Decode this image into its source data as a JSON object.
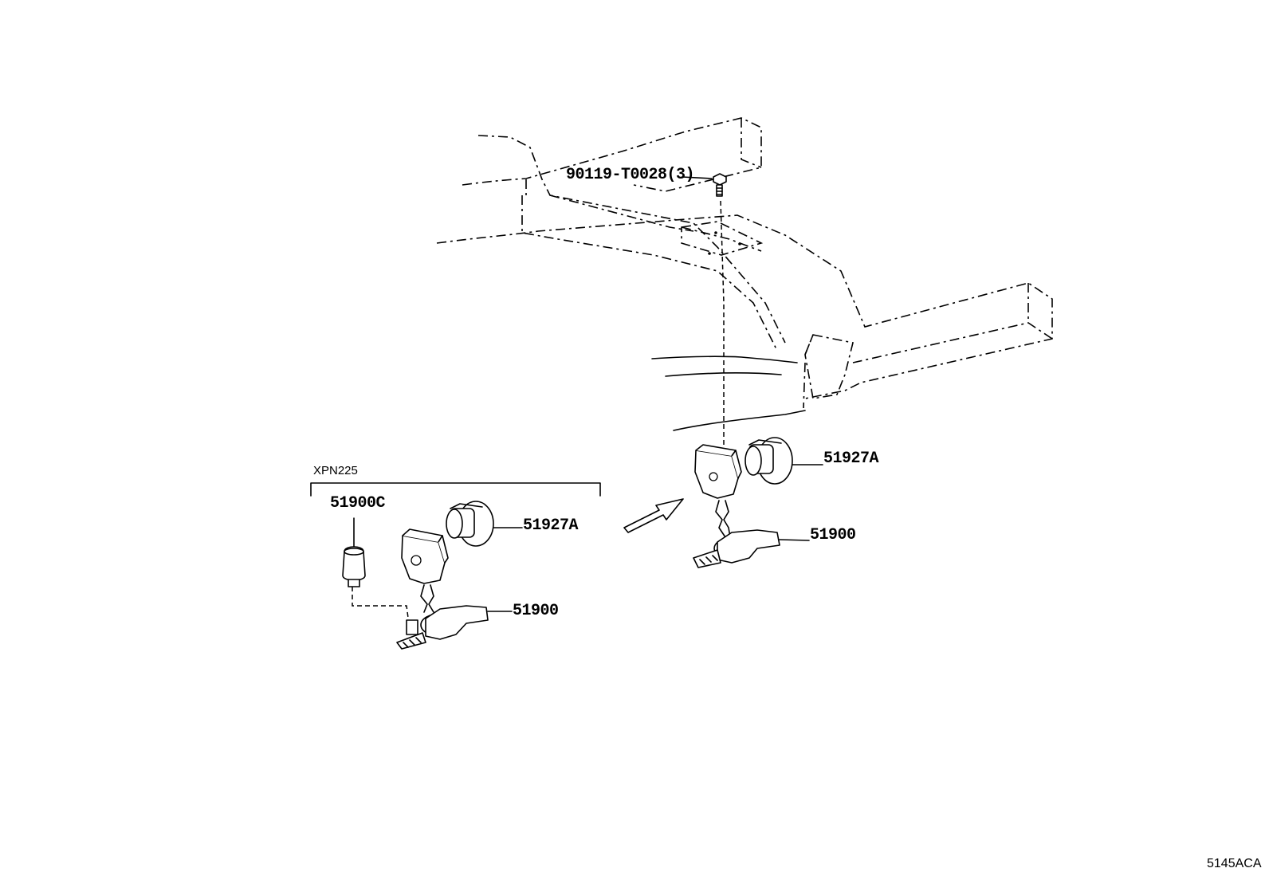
{
  "labels": {
    "bolt": "90119-T0028(3)",
    "stopper_main": "51927A",
    "hoist_main": "51900",
    "variant": "XPN225",
    "hoist_variant_extra": "51900C",
    "stopper_variant": "51927A",
    "hoist_variant": "51900",
    "figure_code": "5145ACA"
  }
}
